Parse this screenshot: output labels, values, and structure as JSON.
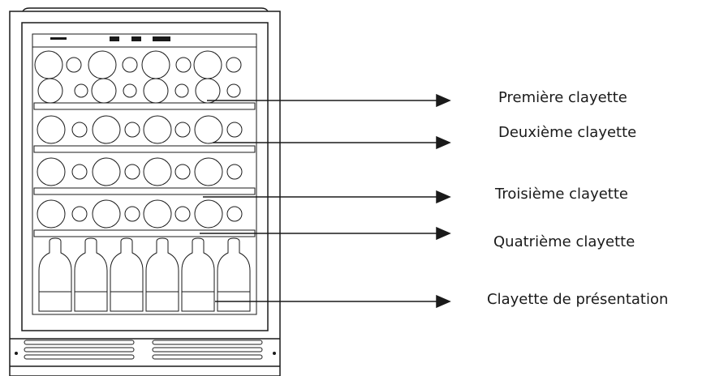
{
  "colors": {
    "line": "#1a1a1a",
    "background": "#ffffff"
  },
  "callouts": [
    {
      "label": "Première clayette"
    },
    {
      "label": "Deuxième clayette"
    },
    {
      "label": "Troisième clayette"
    },
    {
      "label": "Quatrième clayette"
    },
    {
      "label": "Clayette de présentation"
    }
  ]
}
